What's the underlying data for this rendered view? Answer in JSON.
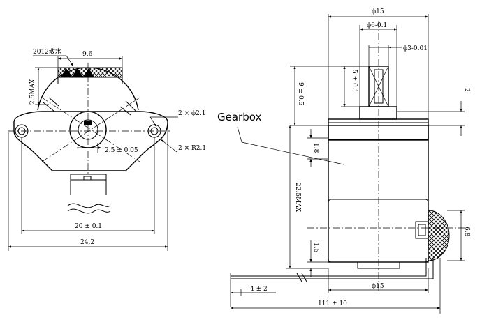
{
  "callout": {
    "label": "Gearbox"
  },
  "front_view": {
    "mark_label": "2012散水",
    "d_9_6": "9.6",
    "d_2_5max": "2.5MAX",
    "holes": "2 × ϕ2.1",
    "radius": "2 × R2.1",
    "offset": "2.5 ± 0.05",
    "hole_spacing": "20 ± 0.1",
    "width": "24.2"
  },
  "side_view": {
    "d_phi15_top": "ϕ15",
    "d_phi6": "ϕ6-0.1",
    "d_phi3": "ϕ3-0.01",
    "d_5": "5 ± 0.1",
    "d_9": "9 ± 0.5",
    "d_2": "2",
    "d_1_8": "1.8",
    "d_22_5": "22.5MAX",
    "d_1_5": "1.5",
    "d_6_8": "6.8",
    "d_4": "4 ± 2",
    "d_phi15_bottom": "ϕ15",
    "d_111": "111 ± 10"
  }
}
